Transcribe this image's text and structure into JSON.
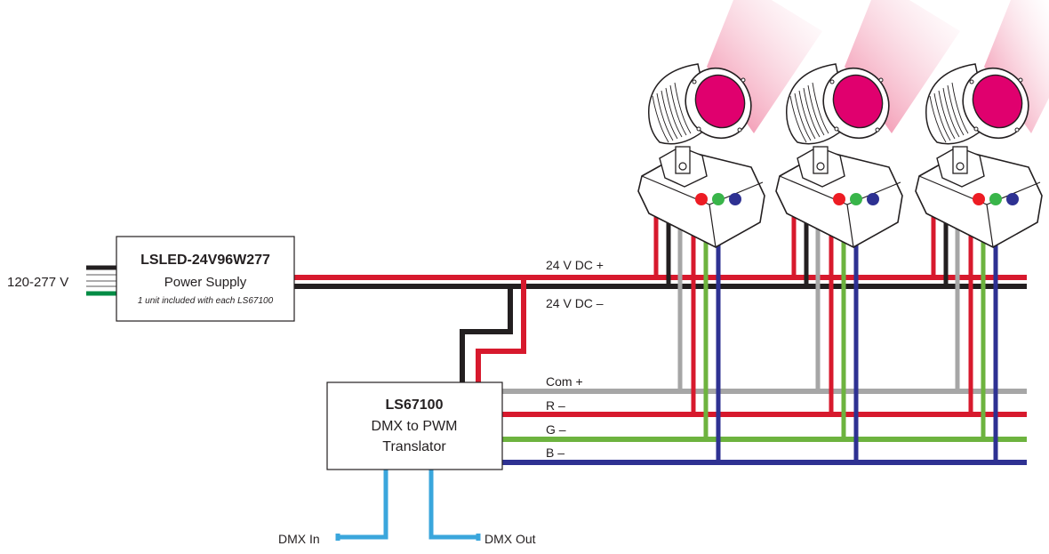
{
  "input_voltage": "120-277 V",
  "power_supply": {
    "model": "LSLED-24V96W277",
    "name": "Power Supply",
    "note": "1 unit included with each LS67100"
  },
  "translator": {
    "model": "LS67100",
    "line1": "DMX to PWM",
    "line2": "Translator"
  },
  "bus_labels": {
    "dc_plus": "24 V DC +",
    "dc_minus": "24 V DC –",
    "com_plus": "Com +",
    "r_minus": "R –",
    "g_minus": "G –",
    "b_minus": "B –"
  },
  "dmx": {
    "in": "DMX In",
    "out": "DMX Out"
  },
  "fixture_count": 3,
  "colors": {
    "red": "#d7192d",
    "black": "#231f20",
    "gray": "#a6a6a6",
    "green": "#6db33f",
    "blue": "#2e3192",
    "dmx": "#3aa6dc",
    "lens": "#e0006e",
    "led_red": "#ed1c24",
    "led_green": "#39b54a",
    "led_blue": "#2e3192"
  }
}
